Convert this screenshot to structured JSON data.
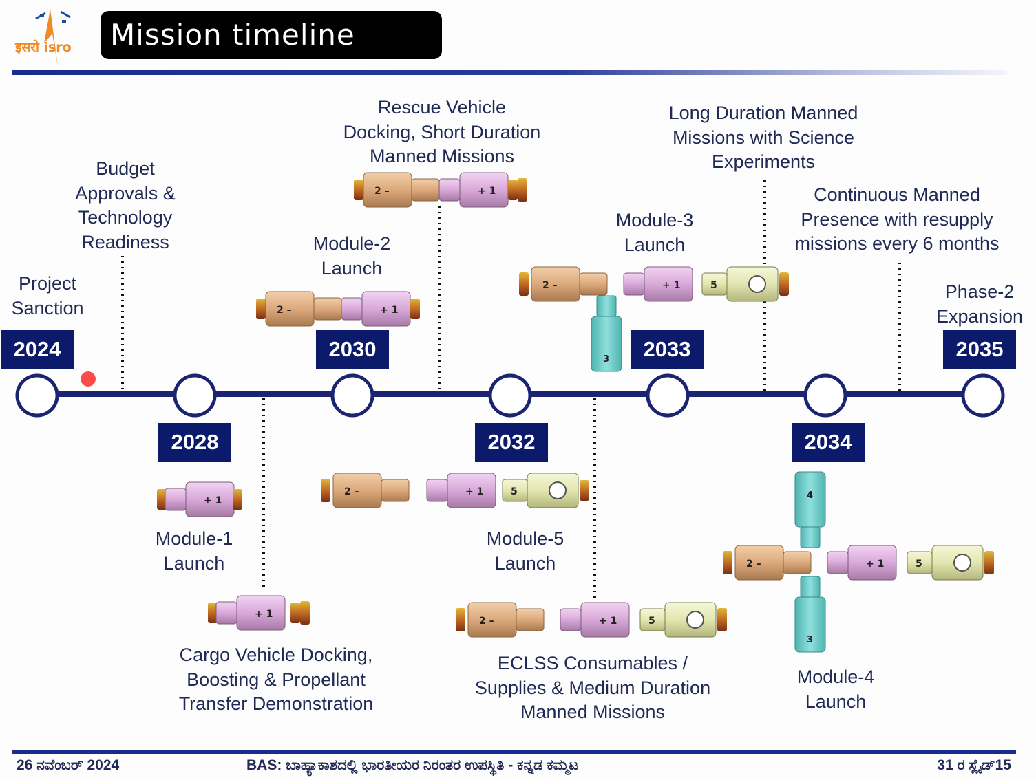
{
  "header": {
    "logo_text": "इसरो isro",
    "title": "Mission timeline"
  },
  "timeline": {
    "years": [
      "2024",
      "2028",
      "2030",
      "2032",
      "2033",
      "2034",
      "2035"
    ],
    "milestones": {
      "project_sanction": [
        "Project",
        "Sanction"
      ],
      "budget": [
        "Budget",
        "Approvals &",
        "Technology",
        "Readiness"
      ],
      "rescue": [
        "Rescue Vehicle",
        "Docking, Short Duration",
        "Manned Missions"
      ],
      "module2": [
        "Module-2",
        "Launch"
      ],
      "long_duration": [
        "Long Duration Manned",
        "Missions with Science",
        "Experiments"
      ],
      "module3": [
        "Module-3",
        "Launch"
      ],
      "continuous": [
        "Continuous Manned",
        "Presence with resupply",
        "missions every 6 months"
      ],
      "phase2": [
        "Phase-2",
        "Expansion"
      ],
      "module1": [
        "Module-1",
        "Launch"
      ],
      "cargo": [
        "Cargo Vehicle Docking,",
        "Boosting & Propellant",
        "Transfer Demonstration"
      ],
      "module5": [
        "Module-5",
        "Launch"
      ],
      "eclss": [
        "ECLSS Consumables /",
        "Supplies & Medium Duration",
        "Manned Missions"
      ],
      "module4": [
        "Module-4",
        "Launch"
      ]
    },
    "module_numbers": {
      "m1": "1",
      "m2": "2",
      "m3": "3",
      "m4": "4",
      "m5": "5"
    }
  },
  "colors": {
    "accent": "#0c1a6b",
    "line": "#1b2470",
    "module_tan": "#dca97c",
    "module_pink": "#d9a9d9",
    "module_cream": "#e3e6b0",
    "module_teal": "#7fd3d0"
  },
  "footer": {
    "date": "26 ನವೆಂಬರ್ 2024",
    "center": "BAS: ಬಾಹ್ಯಾಕಾಶದಲ್ಲಿ ಭಾರತೀಯರ ನಿರಂತರ ಉಪಸ್ಥಿತಿ - ಕನ್ನಡ ಕಮ್ಮಟ",
    "slide": "31 ರ ಸ್ಲೈಡ್‌15"
  }
}
